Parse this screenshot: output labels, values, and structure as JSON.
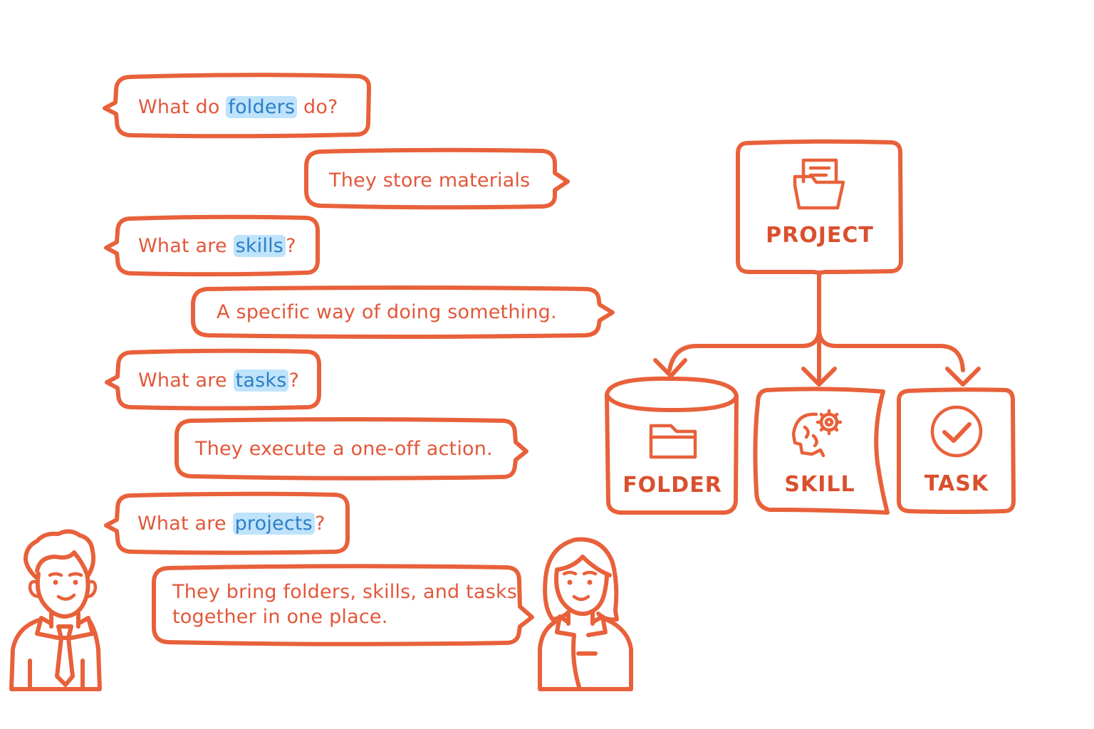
{
  "conversation": [
    {
      "speaker": "left",
      "before": "What do ",
      "term": "folders",
      "after": " do?"
    },
    {
      "speaker": "right",
      "text": "They store materials"
    },
    {
      "speaker": "left",
      "before": "What are ",
      "term": "skills",
      "after": "?"
    },
    {
      "speaker": "right",
      "text": "A specific way of doing something."
    },
    {
      "speaker": "left",
      "before": "What are ",
      "term": "tasks",
      "after": "?"
    },
    {
      "speaker": "right",
      "text": "They execute a one-off action."
    },
    {
      "speaker": "left",
      "before": "What are ",
      "term": "projects",
      "after": "?"
    },
    {
      "speaker": "right",
      "line1": "They bring folders, skills, and tasks",
      "line2": "together in one place."
    }
  ],
  "diagram": {
    "root": {
      "label": "PROJECT",
      "icon": "document-folder-icon"
    },
    "children": [
      {
        "label": "FOLDER",
        "icon": "folder-icon"
      },
      {
        "label": "SKILL",
        "icon": "brain-gear-icon"
      },
      {
        "label": "TASK",
        "icon": "check-circle-icon"
      }
    ]
  },
  "colors": {
    "ink": "#e8613a",
    "highlight": "#bfe3fb",
    "highlight_text": "#2d7fc7"
  }
}
